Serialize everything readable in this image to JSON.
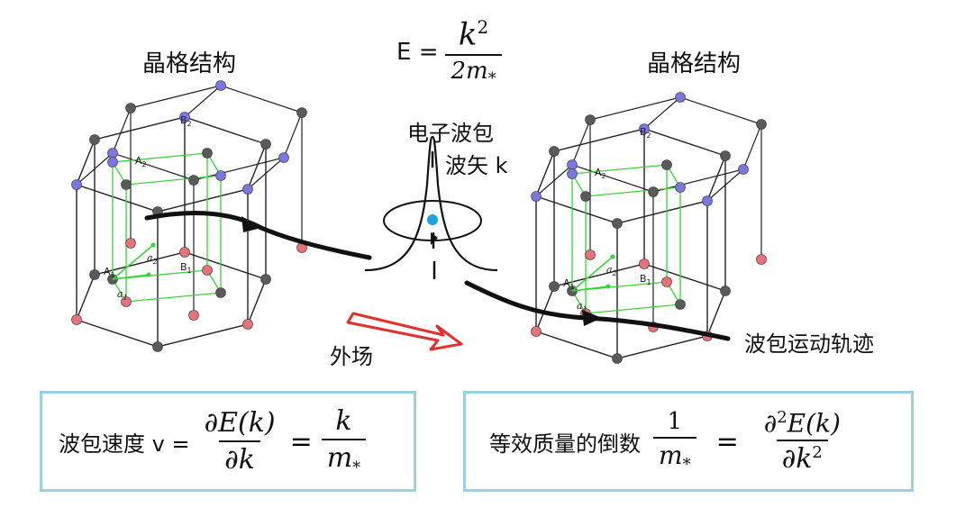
{
  "labels": {
    "lattice_left": "晶格结构",
    "lattice_right": "晶格结构",
    "electron_packet": "电子波包",
    "wave_vector": "波矢 k",
    "external_field": "外场",
    "trajectory": "波包运动轨迹"
  },
  "dispersion": {
    "lhs": "E =",
    "num_k": "k",
    "num_exp": "2",
    "den": "2m",
    "den_sub": "*"
  },
  "lattice_labels": {
    "B2": "B",
    "B2_sub": "2",
    "A2": "A",
    "A2_sub": "2",
    "A1": "A",
    "A1_sub": "1",
    "B1": "B",
    "B1_sub": "1",
    "a1": "a",
    "a1_sub": "1",
    "a2": "a",
    "a2_sub": "2"
  },
  "velocity_box": {
    "text": "波包速度 v =",
    "num1": "∂E(k)",
    "den1": "∂k",
    "equals": "=",
    "num2": "k",
    "den2": "m",
    "den2_sub": "*"
  },
  "mass_box": {
    "text": "等效质量的倒数",
    "num1": "1",
    "den1": "m",
    "den1_sub": "*",
    "equals": "=",
    "num2": "∂",
    "num2_exp": "2",
    "num2_rest": "E(k)",
    "den2": "∂k",
    "den2_exp": "2"
  },
  "colors": {
    "atom_gray": "#5a5a5a",
    "atom_purple": "#7a78e0",
    "atom_pink": "#e8727a",
    "cell_green": "#3bd13b",
    "arrow_red": "#e03030",
    "box_border": "#9cd0dc",
    "electron": "#1aa3e0"
  }
}
